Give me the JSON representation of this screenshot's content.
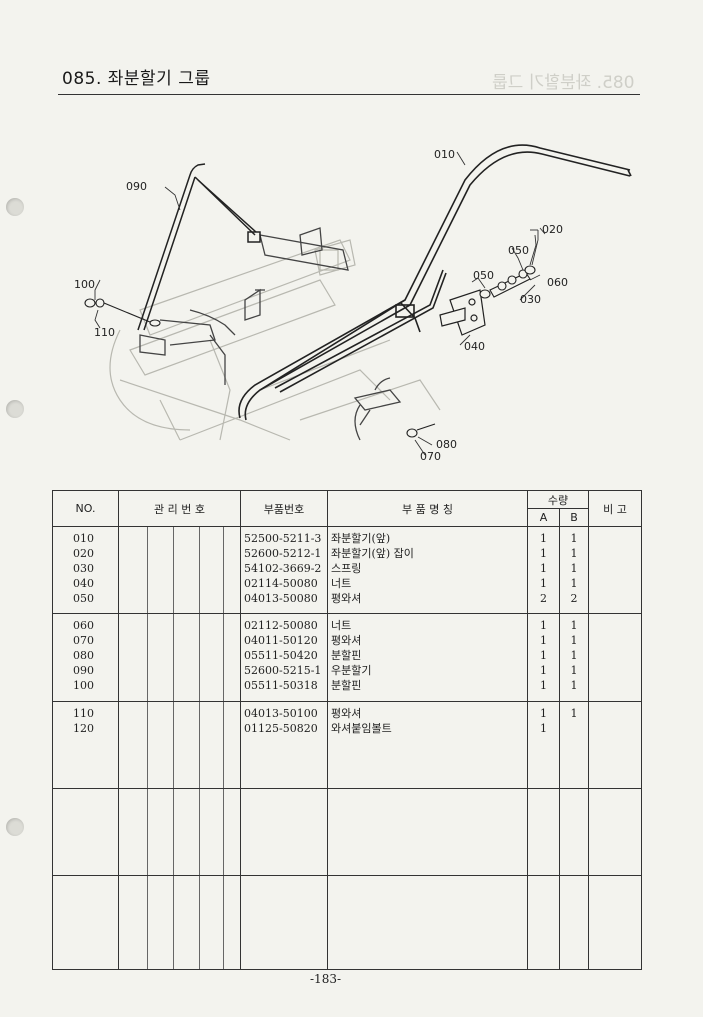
{
  "header": {
    "title": "085. 좌분할기 그룹"
  },
  "diagram": {
    "callouts": [
      "010",
      "020",
      "030",
      "040",
      "050",
      "050",
      "060",
      "070",
      "080",
      "090",
      "100",
      "110"
    ]
  },
  "table": {
    "headers": {
      "no": "NO.",
      "mgmt": "관 리 번 호",
      "part_no": "부품번호",
      "name": "부   품   명   칭",
      "qty": "수량",
      "qty_a": "A",
      "qty_b": "B",
      "remark": "비     고"
    },
    "groups": [
      {
        "no": [
          "010",
          "020",
          "030",
          "040",
          "050"
        ],
        "part": [
          "52500-5211-3",
          "52600-5212-1",
          "54102-3669-2",
          "02114-50080",
          "04013-50080"
        ],
        "name": [
          "좌분할기(앞)",
          "좌분할기(앞) 잡이",
          "스프링",
          "너트",
          "평와셔"
        ],
        "a": [
          "1",
          "1",
          "1",
          "1",
          "2"
        ],
        "b": [
          "1",
          "1",
          "1",
          "1",
          "2"
        ]
      },
      {
        "no": [
          "060",
          "070",
          "080",
          "090",
          "100"
        ],
        "part": [
          "02112-50080",
          "04011-50120",
          "05511-50420",
          "52600-5215-1",
          "05511-50318"
        ],
        "name": [
          "너트",
          "평와셔",
          "분할핀",
          "우분할기",
          "분할핀"
        ],
        "a": [
          "1",
          "1",
          "1",
          "1",
          "1"
        ],
        "b": [
          "1",
          "1",
          "1",
          "1",
          "1"
        ]
      },
      {
        "no": [
          "110",
          "120"
        ],
        "part": [
          "04013-50100",
          "01125-50820"
        ],
        "name": [
          "평와셔",
          "와셔붙임볼트"
        ],
        "a": [
          "1",
          "1"
        ],
        "b": [
          "1",
          ""
        ]
      }
    ]
  },
  "footer": {
    "page": "-183-"
  }
}
